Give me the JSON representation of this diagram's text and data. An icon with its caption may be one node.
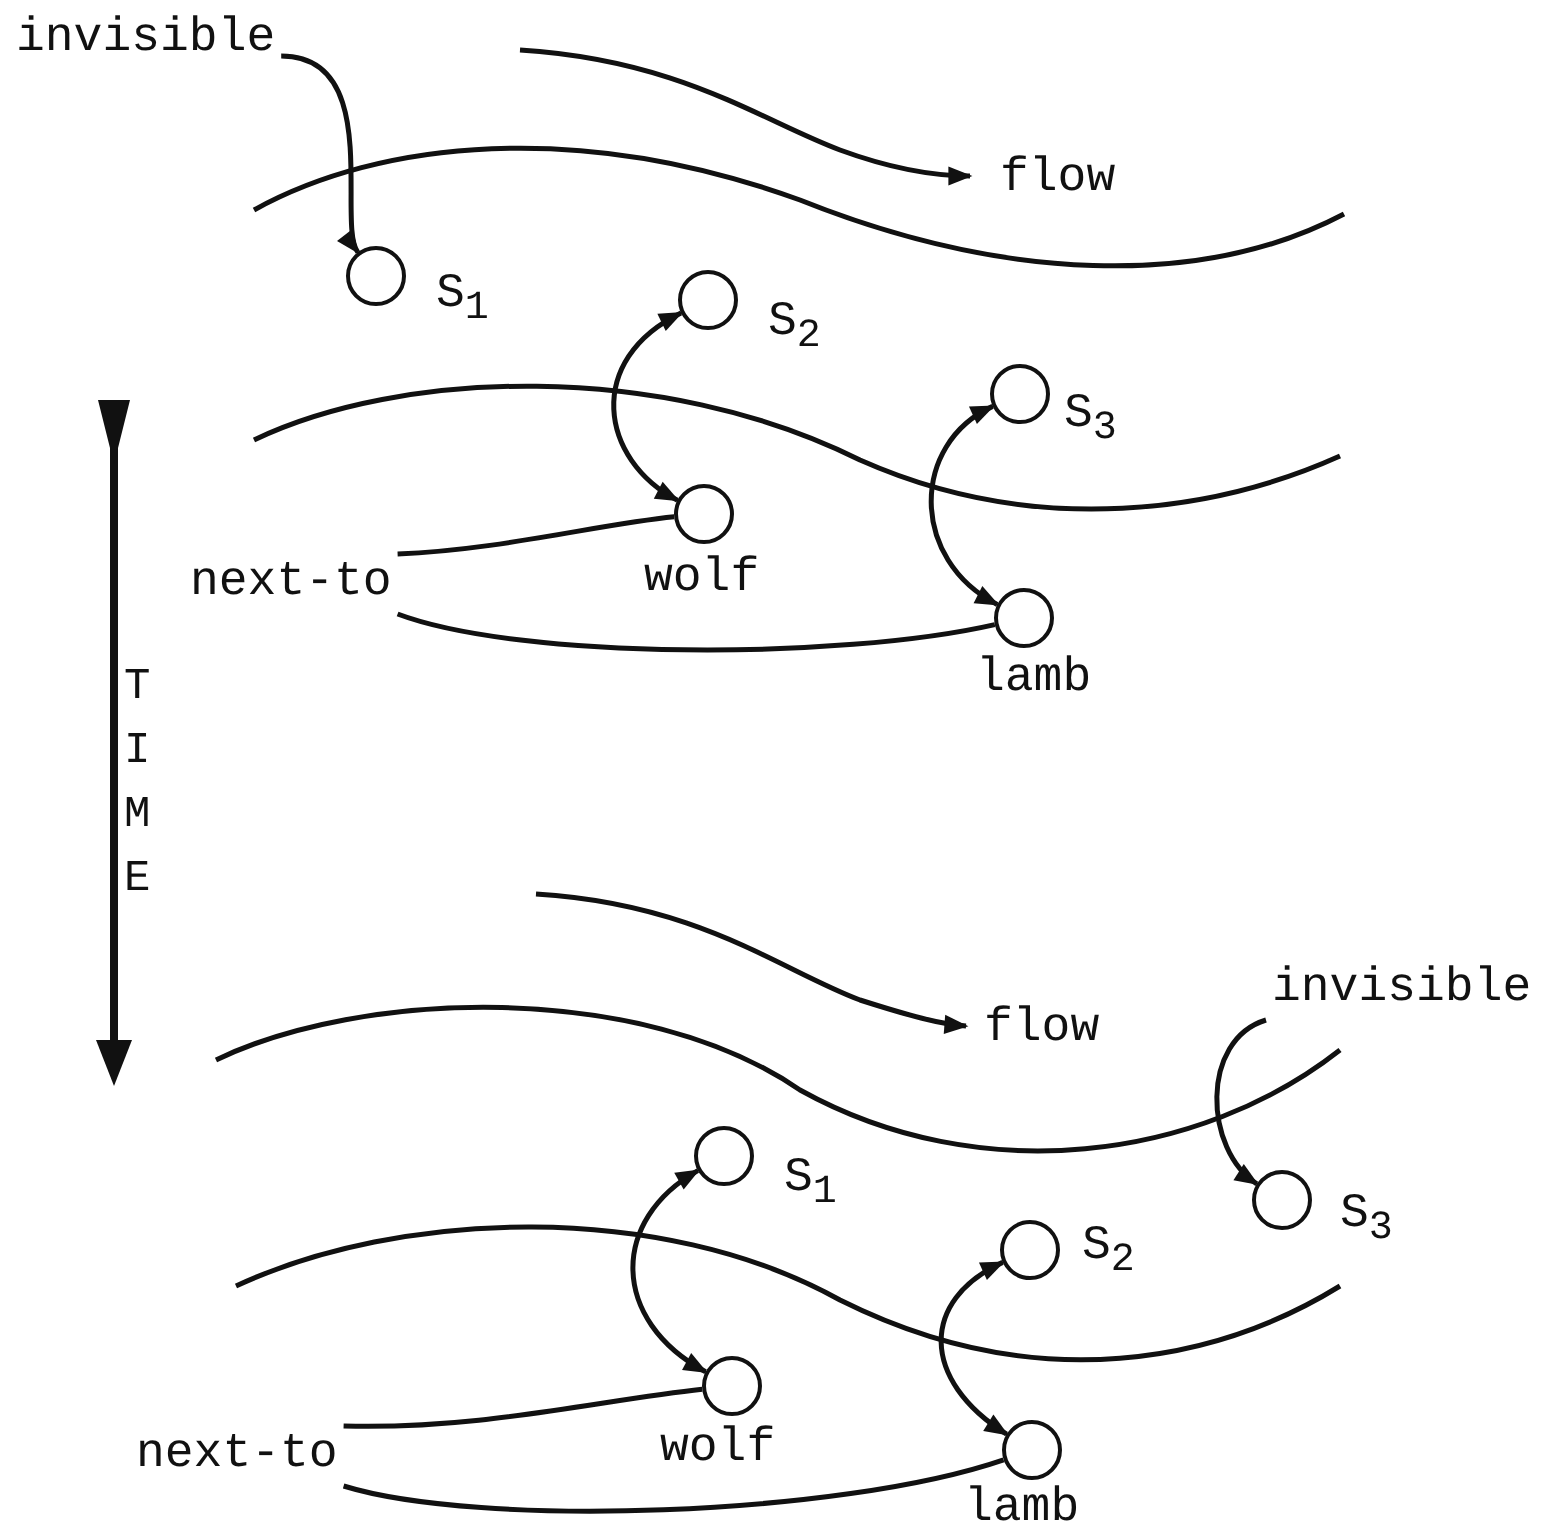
{
  "diagram": {
    "nodes": [
      {
        "text": [
          "invisible"
        ]
      },
      {
        "text": [],
        "shape": "circle",
        "beside": [
          "S$_{1}$"
        ]
      },
      {
        "text": [],
        "shape": "circle",
        "beside": [
          "S$_{2}$"
        ]
      },
      {
        "text": [],
        "shape": "circle",
        "beside": [
          "S$_{3}$"
        ]
      },
      {
        "text": [],
        "shape": "circle",
        "beside": [
          "wolf"
        ]
      },
      {
        "text": [],
        "shape": "circle",
        "beside": [
          "lamb"
        ]
      },
      {
        "text": [
          "next-to"
        ]
      },
      {
        "text": [
          "invisible"
        ]
      },
      {
        "text": [],
        "shape": "circle",
        "beside": [
          "S$_{1}$"
        ]
      },
      {
        "text": [],
        "shape": "circle",
        "beside": [
          "S$_{2}$"
        ]
      },
      {
        "text": [],
        "shape": "circle",
        "beside": [
          "S$_{3}$"
        ]
      },
      {
        "text": [],
        "shape": "circle",
        "beside": [
          "wolf"
        ]
      },
      {
        "text": [],
        "shape": "circle",
        "beside": [
          "lamb"
        ]
      },
      {
        "text": [
          "next-to"
        ]
      }
    ],
    "edges": [
      {
        "from": 0,
        "to": 1,
        "arrow": "to"
      },
      {
        "from": 4,
        "to": 2,
        "arrow": "both"
      },
      {
        "from": 5,
        "to": 3,
        "arrow": "both"
      },
      {
        "from": 6,
        "to": 4,
        "arrow": "none"
      },
      {
        "from": 6,
        "to": 5,
        "arrow": "none"
      },
      {
        "from": 7,
        "to": 10,
        "arrow": "to"
      },
      {
        "from": 11,
        "to": 8,
        "arrow": "both"
      },
      {
        "from": 12,
        "to": 9,
        "arrow": "both"
      },
      {
        "from": 13,
        "to": 11,
        "arrow": "none"
      },
      {
        "from": 13,
        "to": 12,
        "arrow": "none"
      }
    ],
    "labels": [
      "flow",
      "TIME",
      "flow"
    ]
  }
}
